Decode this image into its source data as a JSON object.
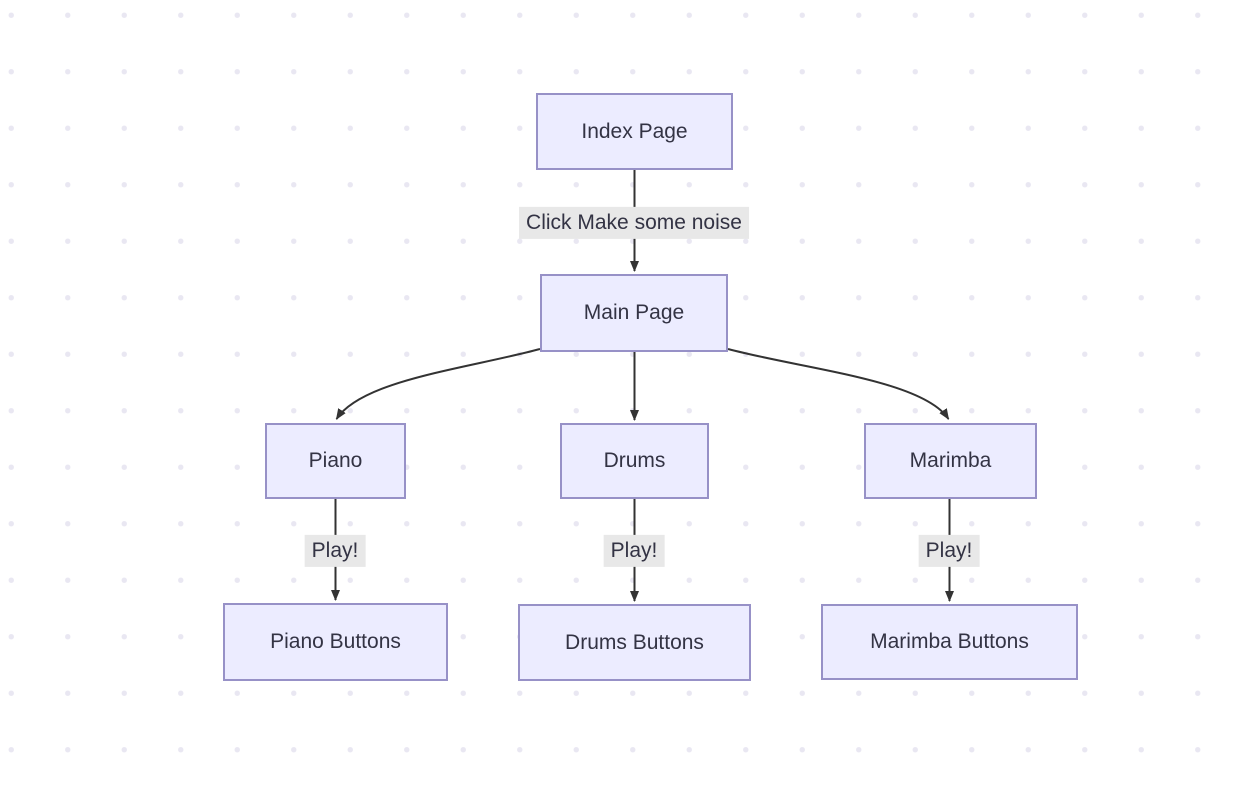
{
  "diagram": {
    "type": "flowchart",
    "direction": "top-down",
    "nodes": {
      "index": {
        "label": "Index Page"
      },
      "main": {
        "label": "Main Page"
      },
      "piano": {
        "label": "Piano"
      },
      "drums": {
        "label": "Drums"
      },
      "marimba": {
        "label": "Marimba"
      },
      "piano_buttons": {
        "label": "Piano Buttons"
      },
      "drums_buttons": {
        "label": "Drums Buttons"
      },
      "marimba_buttons": {
        "label": "Marimba Buttons"
      }
    },
    "edges": [
      {
        "from": "Index Page",
        "to": "Main Page",
        "label": "Click Make some noise"
      },
      {
        "from": "Main Page",
        "to": "Piano",
        "label": ""
      },
      {
        "from": "Main Page",
        "to": "Drums",
        "label": ""
      },
      {
        "from": "Main Page",
        "to": "Marimba",
        "label": ""
      },
      {
        "from": "Piano",
        "to": "Piano Buttons",
        "label": "Play!"
      },
      {
        "from": "Drums",
        "to": "Drums Buttons",
        "label": "Play!"
      },
      {
        "from": "Marimba",
        "to": "Marimba Buttons",
        "label": "Play!"
      }
    ],
    "colors": {
      "canvas_bg": "#FFFFFF",
      "dot": "#E9E7F2",
      "node_fill": "#ECECFF",
      "node_border": "#9791C7",
      "edge_stroke": "#333333",
      "edge_label_bg": "#E8E8E8",
      "text": "#333344"
    }
  }
}
